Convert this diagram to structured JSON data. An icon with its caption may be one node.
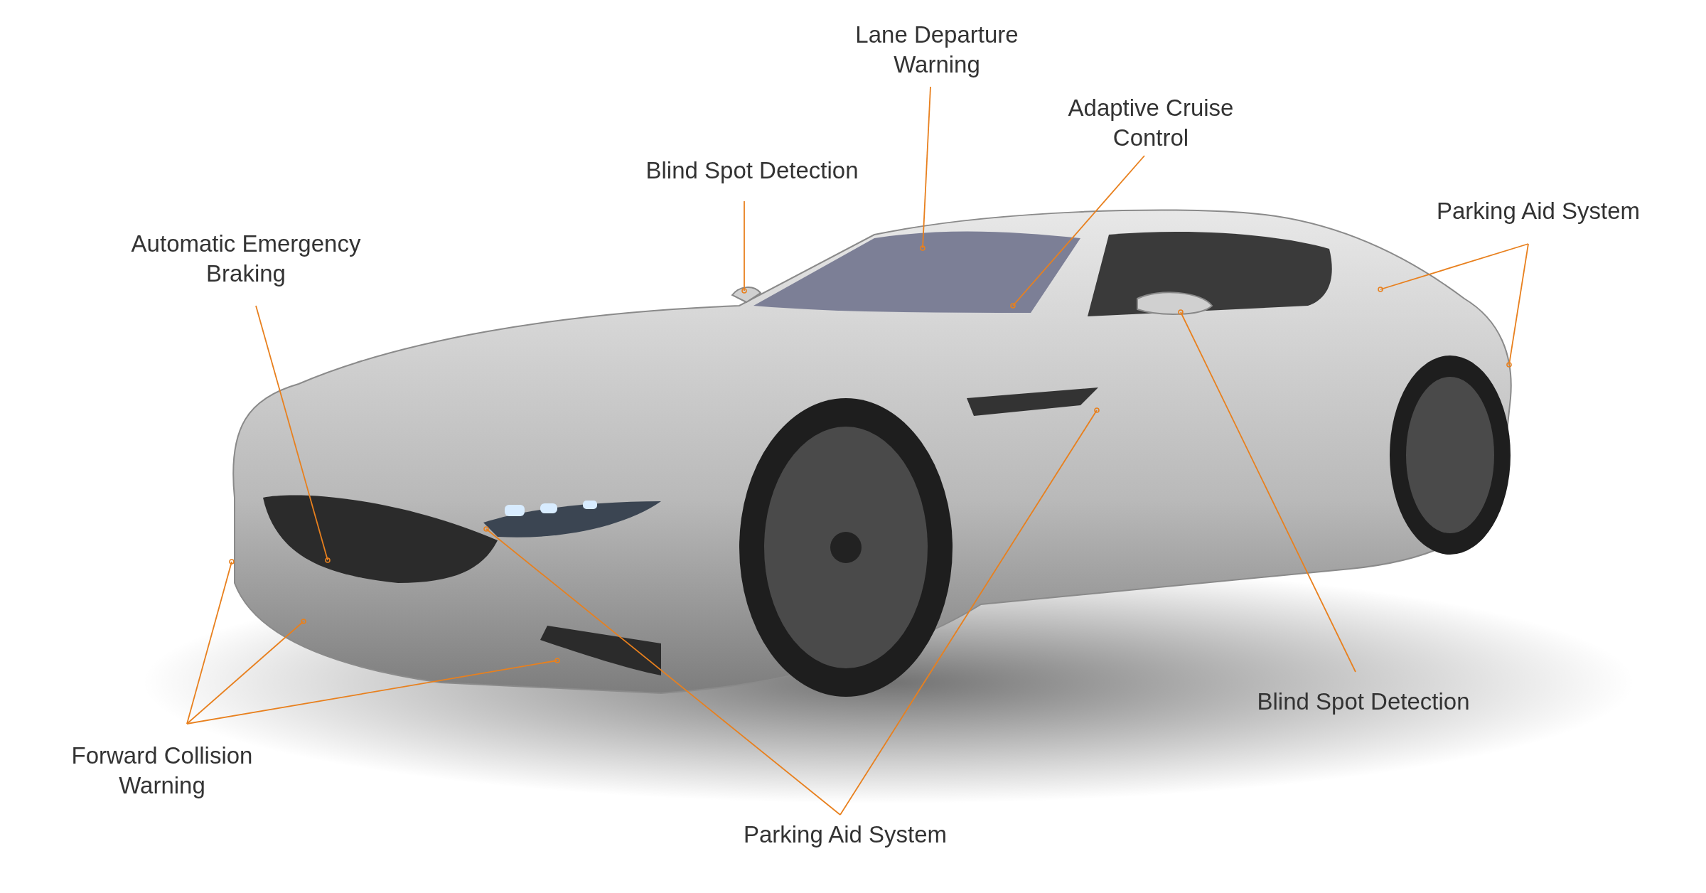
{
  "diagram": {
    "nodes": [
      {
        "text": [
          "Lane Departure Warning"
        ]
      },
      {
        "text": [
          "Adaptive Cruise Control"
        ]
      },
      {
        "text": [
          "Blind Spot Detection"
        ]
      },
      {
        "text": [
          "Parking Aid System"
        ]
      },
      {
        "text": [
          "Automatic Emergency Braking"
        ]
      },
      {
        "text": [
          "Blind Spot Detection"
        ]
      },
      {
        "text": [
          "Forward Collision Warning"
        ]
      },
      {
        "text": [
          "Parking Aid System"
        ]
      }
    ],
    "edges": [
      {
        "from": 0,
        "to": null,
        "arrow": "other"
      },
      {
        "from": 1,
        "to": null,
        "arrow": "other"
      },
      {
        "from": 2,
        "to": null,
        "arrow": "other"
      },
      {
        "from": 3,
        "to": null,
        "arrow": "other"
      },
      {
        "from": 3,
        "to": null,
        "arrow": "other"
      },
      {
        "from": 4,
        "to": null,
        "arrow": "other"
      },
      {
        "from": 5,
        "to": null,
        "arrow": "other"
      },
      {
        "from": 6,
        "to": null,
        "arrow": "other"
      },
      {
        "from": 6,
        "to": null,
        "arrow": "other"
      },
      {
        "from": 6,
        "to": null,
        "arrow": "other"
      },
      {
        "from": 7,
        "to": null,
        "arrow": "other"
      },
      {
        "from": 7,
        "to": null,
        "arrow": "other"
      }
    ]
  }
}
